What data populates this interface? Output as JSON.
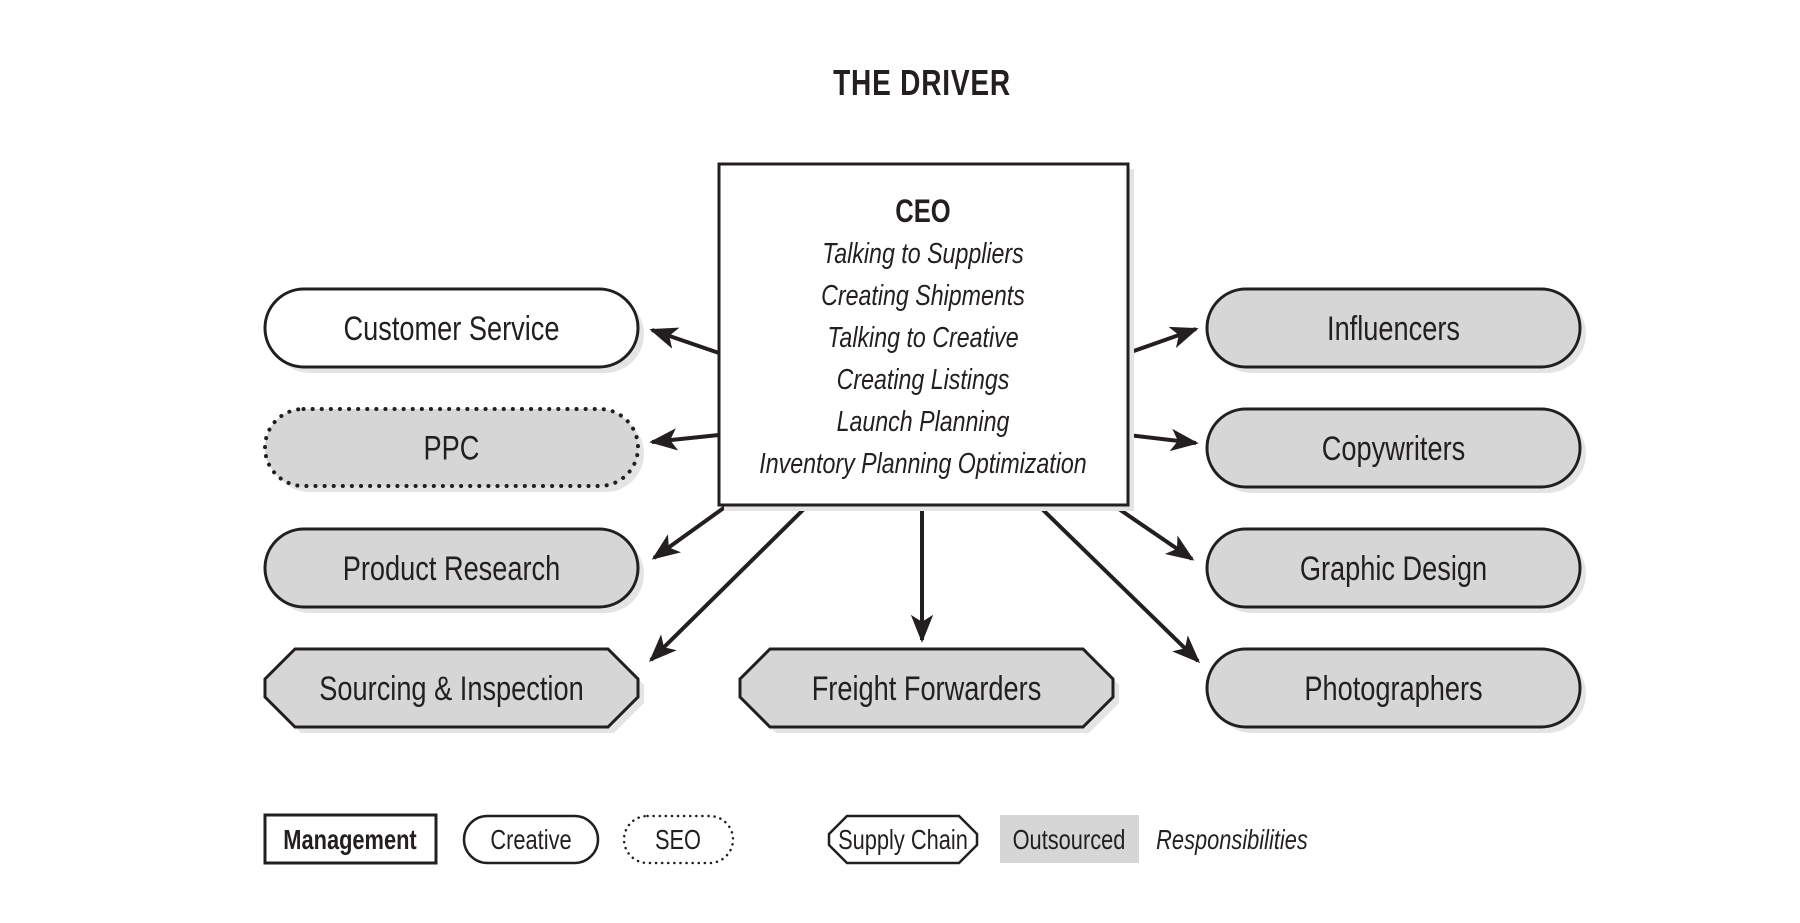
{
  "title": "THE DRIVER",
  "colors": {
    "ink": "#231f20",
    "outsourced_fill": "#d6d6d6",
    "in_house_fill": "#ffffff",
    "shadow": "#e4e4e4"
  },
  "ceo": {
    "title": "CEO",
    "responsibilities": [
      "Talking to Suppliers",
      "Creating Shipments",
      "Talking to Creative",
      "Creating Listings",
      "Launch Planning",
      "Inventory Planning Optimization"
    ]
  },
  "nodes": [
    {
      "id": "customer-service",
      "label": "Customer Service",
      "category": "creative",
      "outsourced": false
    },
    {
      "id": "ppc",
      "label": "PPC",
      "category": "seo",
      "outsourced": true
    },
    {
      "id": "product-research",
      "label": "Product Research",
      "category": "creative",
      "outsourced": true
    },
    {
      "id": "sourcing-inspection",
      "label": "Sourcing & Inspection",
      "category": "supply-chain",
      "outsourced": true
    },
    {
      "id": "freight-forwarders",
      "label": "Freight Forwarders",
      "category": "supply-chain",
      "outsourced": true
    },
    {
      "id": "influencers",
      "label": "Influencers",
      "category": "creative",
      "outsourced": true
    },
    {
      "id": "copywriters",
      "label": "Copywriters",
      "category": "creative",
      "outsourced": true
    },
    {
      "id": "graphic-design",
      "label": "Graphic Design",
      "category": "creative",
      "outsourced": true
    },
    {
      "id": "photographers",
      "label": "Photographers",
      "category": "creative",
      "outsourced": true
    }
  ],
  "edges": [
    {
      "from": "ceo",
      "to": "customer-service"
    },
    {
      "from": "ceo",
      "to": "ppc"
    },
    {
      "from": "ceo",
      "to": "product-research"
    },
    {
      "from": "ceo",
      "to": "sourcing-inspection"
    },
    {
      "from": "ceo",
      "to": "freight-forwarders"
    },
    {
      "from": "ceo",
      "to": "influencers"
    },
    {
      "from": "ceo",
      "to": "copywriters"
    },
    {
      "from": "ceo",
      "to": "graphic-design"
    },
    {
      "from": "ceo",
      "to": "photographers"
    }
  ],
  "legend": {
    "management": "Management",
    "creative": "Creative",
    "seo": "SEO",
    "supply_chain": "Supply Chain",
    "outsourced": "Outsourced",
    "responsibilities": "Responsibilities"
  }
}
